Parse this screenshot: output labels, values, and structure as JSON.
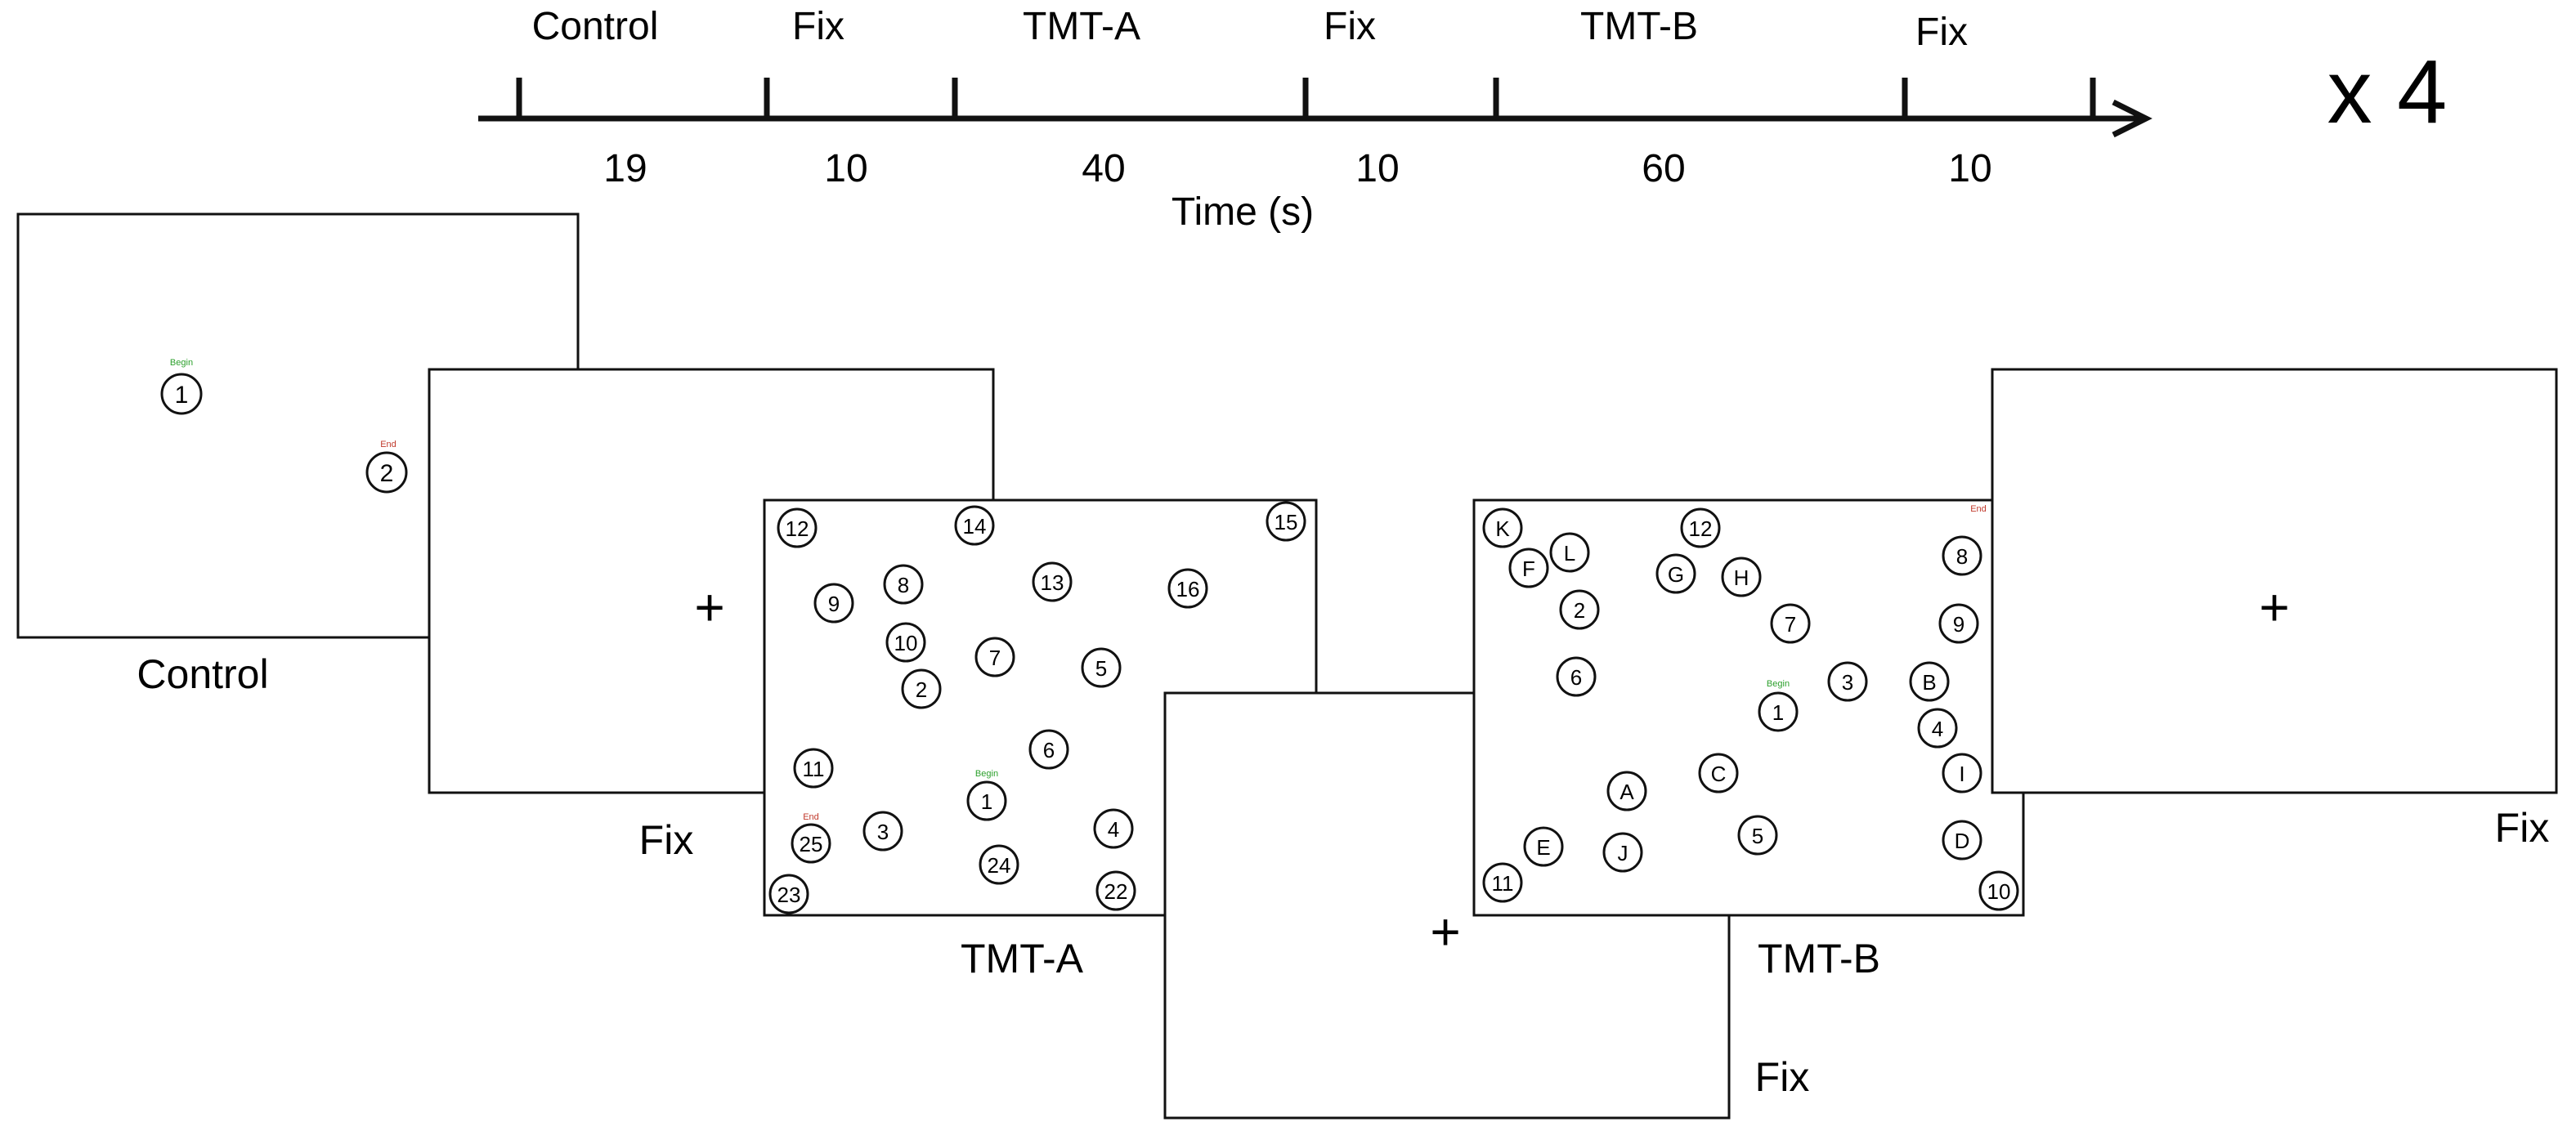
{
  "timeline": {
    "segments": [
      {
        "label": "Control",
        "duration": "19"
      },
      {
        "label": "Fix",
        "duration": "10"
      },
      {
        "label": "TMT-A",
        "duration": "40"
      },
      {
        "label": "Fix",
        "duration": "10"
      },
      {
        "label": "TMT-B",
        "duration": "60"
      },
      {
        "label": "Fix",
        "duration": "10"
      }
    ],
    "axis_label": "Time (s)",
    "repeat": "x 4"
  },
  "screens": {
    "control": {
      "caption": "Control",
      "begin_label": "Begin",
      "end_label": "End",
      "nodes": [
        "1",
        "2"
      ]
    },
    "fix1": {
      "caption": "Fix",
      "symbol": "+"
    },
    "tmt_a": {
      "caption": "TMT-A",
      "begin_label": "Begin",
      "end_label": "End",
      "nodes": [
        "12",
        "14",
        "15",
        "9",
        "8",
        "13",
        "16",
        "10",
        "7",
        "5",
        "2",
        "1",
        "6",
        "11",
        "3",
        "4",
        "25",
        "24",
        "23",
        "22"
      ]
    },
    "fix2": {
      "caption": "Fix",
      "symbol": "+"
    },
    "tmt_b": {
      "caption": "TMT-B",
      "begin_label": "Begin",
      "end_label": "End",
      "nodes": [
        "K",
        "F",
        "L",
        "12",
        "G",
        "H",
        "8",
        "2",
        "7",
        "9",
        "6",
        "3",
        "B",
        "1",
        "4",
        "C",
        "I",
        "A",
        "5",
        "D",
        "E",
        "J",
        "11",
        "10"
      ]
    },
    "fix3": {
      "caption": "Fix",
      "symbol": "+"
    }
  },
  "colors": {
    "begin": "#2ca02c",
    "end": "#c0392b",
    "line": "#111111"
  }
}
